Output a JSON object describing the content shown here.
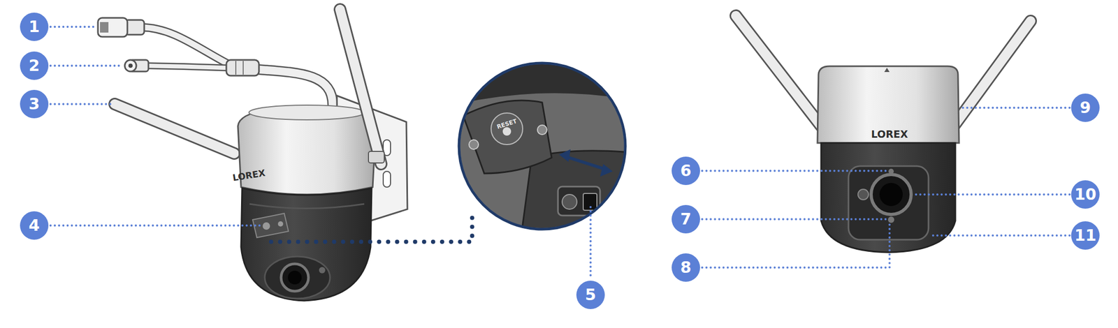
{
  "diagram": {
    "labels": [
      "1",
      "2",
      "3",
      "4",
      "5",
      "6",
      "7",
      "8",
      "9",
      "10",
      "11",
      "LOREX",
      "LOREX",
      "RESET"
    ]
  }
}
